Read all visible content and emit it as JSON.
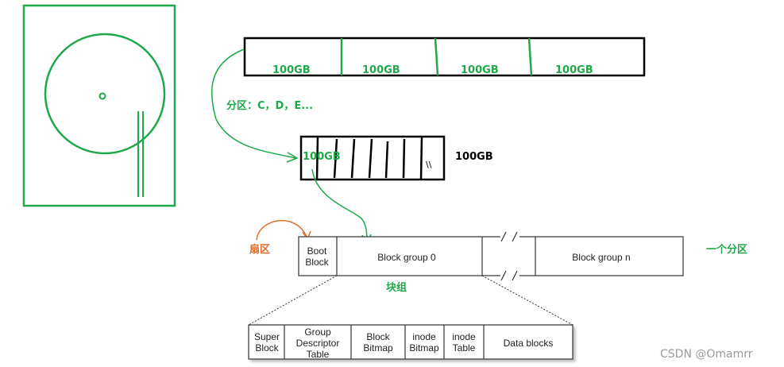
{
  "colors": {
    "green": "#1fa84a",
    "orange": "#e36c2a",
    "black": "#000000",
    "gray_text": "#9a9a9a"
  },
  "disk": {
    "partitions": [
      "100GB",
      "100GB",
      "100GB",
      "100GB"
    ],
    "partition_label": "分区：C，D，E..."
  },
  "partition_detail": {
    "inner_label": "100GB",
    "ellipsis_mark": "\\\\",
    "size_label": "100GB"
  },
  "layout_bar": {
    "sector_label": "扇区",
    "boot_block": [
      "Boot",
      "Block"
    ],
    "block_group_0": "Block group 0",
    "block_group_n": "Block group n",
    "one_partition_label": "一个分区",
    "block_group_label": "块组"
  },
  "block_group_detail": {
    "cells": [
      {
        "lines": [
          "Super",
          "Block"
        ]
      },
      {
        "lines": [
          "Group",
          "Descriptor",
          "Table"
        ]
      },
      {
        "lines": [
          "Block",
          "Bitmap"
        ]
      },
      {
        "lines": [
          "inode",
          "Bitmap"
        ]
      },
      {
        "lines": [
          "inode",
          "Table"
        ]
      },
      {
        "lines": [
          "Data blocks"
        ]
      }
    ]
  },
  "watermark": "CSDN @Omamrr"
}
